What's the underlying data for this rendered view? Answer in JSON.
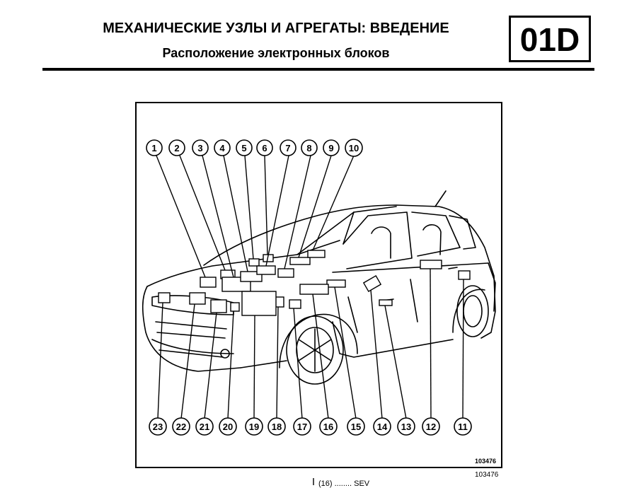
{
  "header": {
    "title": "МЕХАНИЧЕСКИЕ УЗЛЫ И АГРЕГАТЫ: ВВЕДЕНИЕ",
    "subtitle": "Расположение электронных блоков",
    "section_code": "01D"
  },
  "figure": {
    "callouts_top": [
      "1",
      "2",
      "3",
      "4",
      "5",
      "6",
      "7",
      "8",
      "9",
      "10"
    ],
    "callouts_bottom": [
      "23",
      "22",
      "21",
      "20",
      "19",
      "18",
      "17",
      "16",
      "15",
      "14",
      "13",
      "12",
      "11"
    ],
    "ref_inner": "103476",
    "ref_outer": "103476"
  },
  "footer": {
    "fragment": "(16) ........ SEV"
  }
}
